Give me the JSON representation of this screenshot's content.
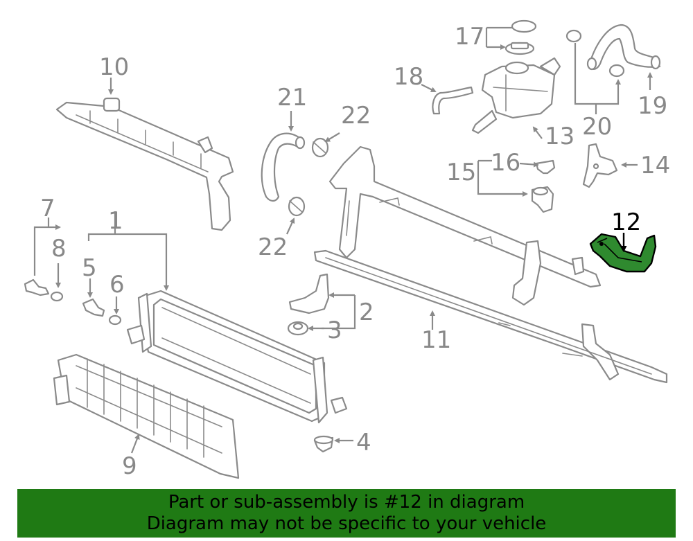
{
  "diagram": {
    "highlight_color": "#2f8a2f",
    "callouts": {
      "c1": "1",
      "c2": "2",
      "c3": "3",
      "c4": "4",
      "c5": "5",
      "c6": "6",
      "c7": "7",
      "c8": "8",
      "c9": "9",
      "c10": "10",
      "c11": "11",
      "c12": "12",
      "c13": "13",
      "c14": "14",
      "c15": "15",
      "c16": "16",
      "c17": "17",
      "c18": "18",
      "c19": "19",
      "c20": "20",
      "c21": "21",
      "c22a": "22",
      "c22b": "22"
    }
  },
  "footer": {
    "line1": "Part or sub-assembly is #12 in diagram",
    "line2": "Diagram may not be specific to your vehicle",
    "background": "#1f7a14"
  }
}
